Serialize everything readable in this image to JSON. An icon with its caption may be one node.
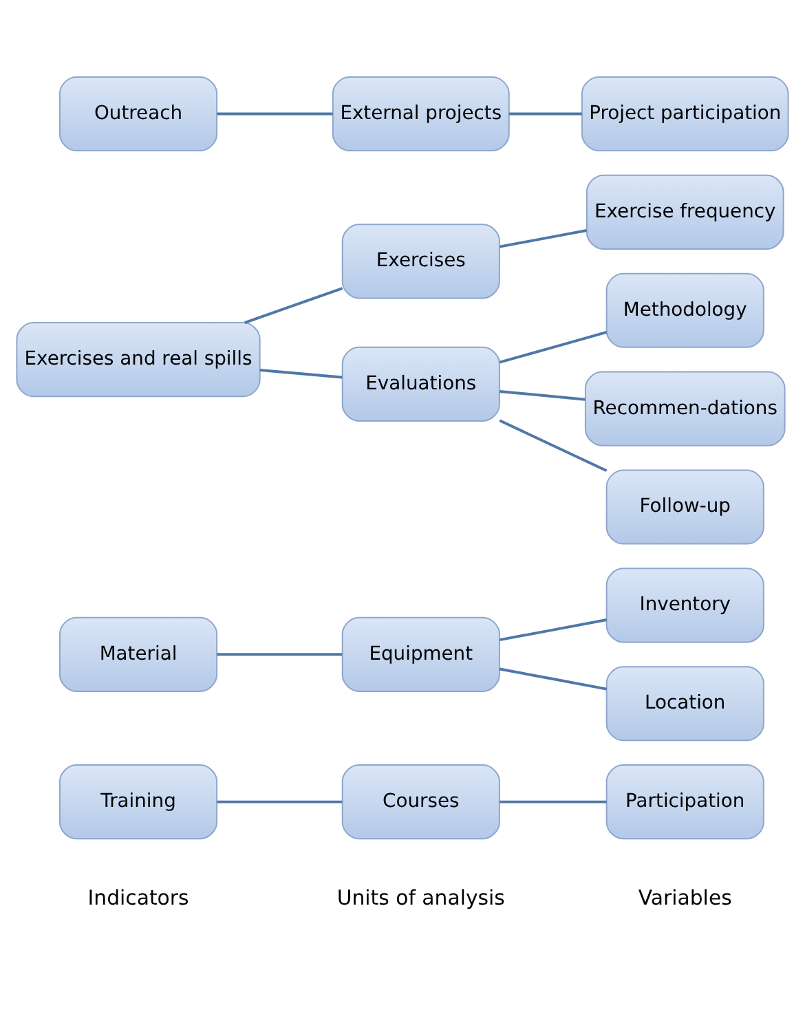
{
  "diagram": {
    "nodes": [
      {
        "text": [
          "Training"
        ]
      },
      {
        "text": [
          "Courses"
        ]
      },
      {
        "text": [
          "Participation"
        ]
      },
      {
        "text": [
          "Inventory"
        ]
      },
      {
        "text": [
          "Material"
        ]
      },
      {
        "text": [
          "Equipment"
        ]
      },
      {
        "text": [
          "Location"
        ]
      },
      {
        "text": [
          "Exercises"
        ]
      },
      {
        "text": [
          "Exercise frequency"
        ]
      },
      {
        "text": [
          "Exercises and real spills"
        ]
      },
      {
        "text": [
          "Methodology"
        ]
      },
      {
        "text": [
          "Evaluations"
        ]
      },
      {
        "text": [
          "Recommen-dations"
        ]
      },
      {
        "text": [
          "Follow-up"
        ]
      },
      {
        "text": [
          "Outreach"
        ]
      },
      {
        "text": [
          "External projects"
        ]
      },
      {
        "text": [
          "Project participation"
        ]
      }
    ],
    "edges": [
      {
        "from": 0,
        "to": 1,
        "arrow": "none"
      },
      {
        "from": 1,
        "to": 2,
        "arrow": "none"
      },
      {
        "from": 4,
        "to": 5,
        "arrow": "none"
      },
      {
        "from": 5,
        "to": 3,
        "arrow": "none"
      },
      {
        "from": 5,
        "to": 6,
        "arrow": "none"
      },
      {
        "from": 9,
        "to": 7,
        "arrow": "none"
      },
      {
        "from": 9,
        "to": 11,
        "arrow": "none"
      },
      {
        "from": 7,
        "to": 8,
        "arrow": "none"
      },
      {
        "from": 11,
        "to": 10,
        "arrow": "none"
      },
      {
        "from": 11,
        "to": 12,
        "arrow": "none"
      },
      {
        "from": 11,
        "to": 13,
        "arrow": "none"
      },
      {
        "from": 14,
        "to": 15,
        "arrow": "none"
      },
      {
        "from": 15,
        "to": 16,
        "arrow": "none"
      }
    ],
    "labels": [
      "Indicators",
      "Units of analysis",
      "Variables"
    ]
  }
}
